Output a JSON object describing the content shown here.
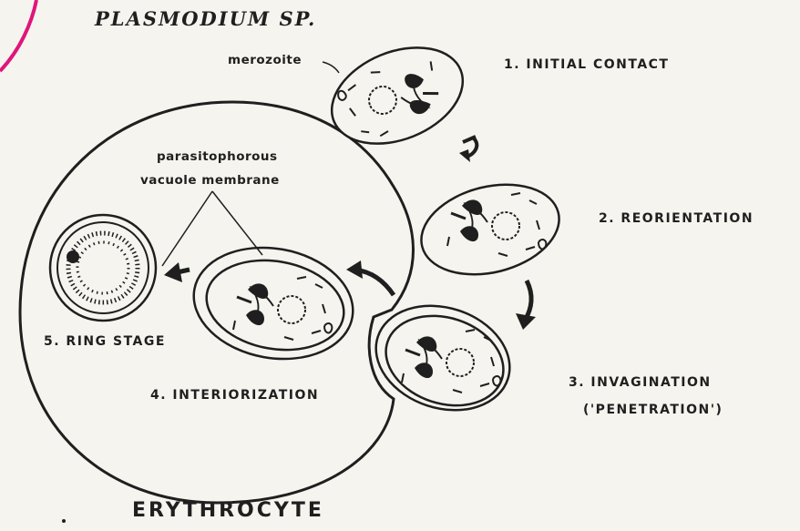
{
  "title": "PLASMODIUM SP.",
  "host_cell_label": "ERYTHROCYTE",
  "merozoite_label": "merozoite",
  "pvm_label_line1": "parasitophorous",
  "pvm_label_line2": "vacuole membrane",
  "stages": [
    {
      "label": "1. INITIAL CONTACT"
    },
    {
      "label": "2. REORIENTATION"
    },
    {
      "label": "3. INVAGINATION",
      "label2": "('PENETRATION')"
    },
    {
      "label": "4. INTERIORIZATION"
    },
    {
      "label": "5. RING STAGE"
    }
  ],
  "colors": {
    "background": "#f5f4ef",
    "ink": "#1f1f1f",
    "accent": "#e0157a"
  }
}
